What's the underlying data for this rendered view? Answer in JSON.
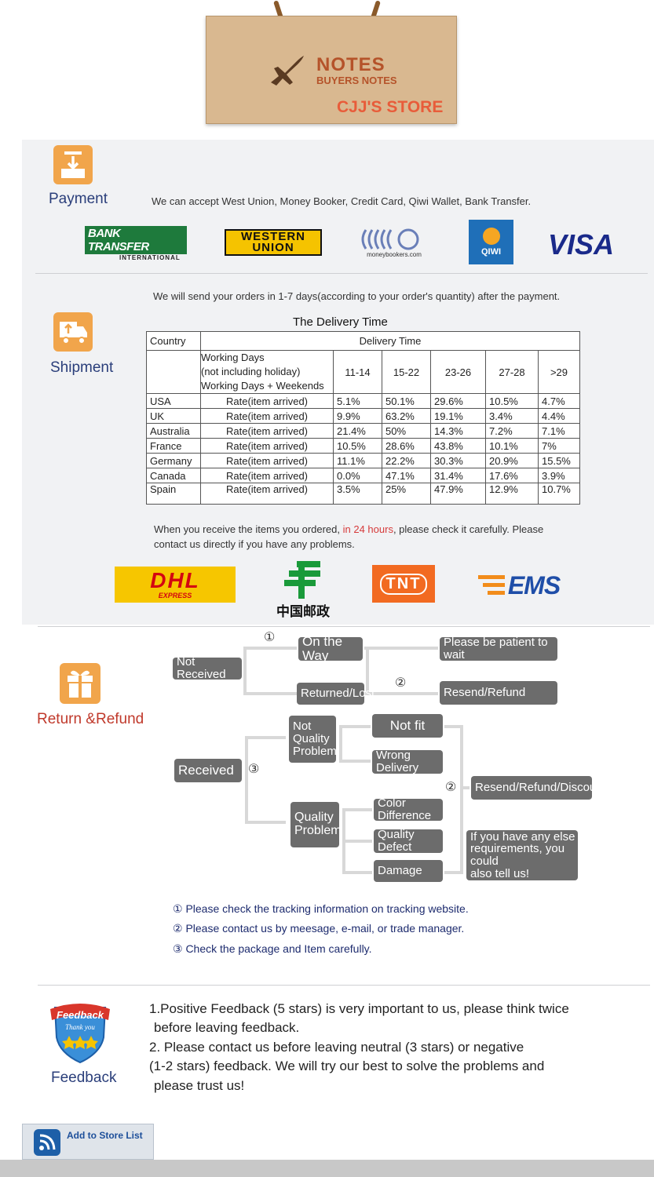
{
  "header": {
    "title": "NOTES",
    "subtitle": "BUYERS NOTES",
    "store": "CJJ'S STORE"
  },
  "payment": {
    "label": "Payment",
    "text": "We can accept West Union, Money Booker, Credit Card, Qiwi Wallet, Bank Transfer.",
    "logos": {
      "bank_main": "BANK TRANSFER",
      "bank_sub": "INTERNATIONAL",
      "wu_line1": "WESTERN",
      "wu_line2": "UNION",
      "mb": "moneybookers.com",
      "qiwi": "QIWI",
      "visa": "VISA"
    }
  },
  "shipment": {
    "label": "Shipment",
    "intro": "We will send your orders in 1-7 days(according to your order's quantity) after the payment.",
    "table_title": "The Delivery Time",
    "table": {
      "country_header": "Country",
      "delivery_header": "Delivery Time",
      "wd_line1": "Working Days",
      "wd_line2": "(not including holiday)",
      "wd_line3": "Working Days + Weekends",
      "ranges": [
        "11-14",
        "15-22",
        "23-26",
        "27-28",
        ">29"
      ],
      "rows": [
        {
          "country": "USA",
          "rate": "Rate(item arrived)",
          "values": [
            "5.1%",
            "50.1%",
            "29.6%",
            "10.5%",
            "4.7%"
          ]
        },
        {
          "country": "UK",
          "rate": "Rate(item arrived)",
          "values": [
            "9.9%",
            "63.2%",
            "19.1%",
            "3.4%",
            "4.4%"
          ]
        },
        {
          "country": "Australia",
          "rate": "Rate(item arrived)",
          "values": [
            "21.4%",
            "50%",
            "14.3%",
            "7.2%",
            "7.1%"
          ]
        },
        {
          "country": "France",
          "rate": "Rate(item arrived)",
          "values": [
            "10.5%",
            "28.6%",
            "43.8%",
            "10.1%",
            "7%"
          ]
        },
        {
          "country": "Germany",
          "rate": "Rate(item arrived)",
          "values": [
            "11.1%",
            "22.2%",
            "30.3%",
            "20.9%",
            "15.5%"
          ]
        },
        {
          "country": "Canada",
          "rate": "Rate(item arrived)",
          "values": [
            "0.0%",
            "47.1%",
            "31.4%",
            "17.6%",
            "3.9%"
          ]
        },
        {
          "country": "Spain",
          "rate": "Rate(item arrived)",
          "values": [
            "3.5%",
            "25%",
            "47.9%",
            "12.9%",
            "10.7%"
          ]
        }
      ]
    },
    "receive_text_a": "When you receive the items you ordered, ",
    "receive_highlight": "in 24 hours",
    "receive_text_b": ", please check it carefully. Please",
    "receive_text_c": "contact us directly if you have any problems.",
    "carriers": {
      "dhl": "DHL",
      "dhl_sub": "EXPRESS",
      "china_post": "中国邮政",
      "tnt": "TNT",
      "ems": "EMS"
    }
  },
  "refund": {
    "label": "Return &Refund",
    "not_received": "Not Received",
    "on_the_way": "On the Way",
    "be_patient": "Please be patient to wait",
    "returned_lost": "Returned/Lost",
    "resend_refund": "Resend/Refund",
    "received": "Received",
    "not_quality_line1": "Not",
    "not_quality_line2": "Quality",
    "not_quality_line3": "Problem",
    "not_fit": "Not fit",
    "wrong_delivery": "Wrong Delivery",
    "quality_line1": "Quality",
    "quality_line2": "Problem",
    "color_difference": "Color Difference",
    "quality_defect": "Quality Defect",
    "damage": "Damage",
    "resend_refund_discount": "Resend/Refund/Discount",
    "else_line1": "If you have any else",
    "else_line2": "requirements, you could",
    "else_line3": "also tell us!",
    "mark1": "①",
    "mark2": "②",
    "mark3": "③",
    "notes": [
      "① Please check the tracking information on tracking website.",
      "② Please contact us by meesage, e-mail, or trade manager.",
      "③ Check the package and Item carefully."
    ]
  },
  "feedback": {
    "label": "Feedback",
    "badge_line1": "Feedback",
    "badge_line2": "Thank you",
    "lines": [
      "1.Positive Feedback (5 stars) is very important to us, please think twice",
      "before leaving feedback.",
      "2. Please contact us before leaving neutral (3 stars) or negative",
      "(1-2 stars) feedback. We will try our best to solve the problems and",
      "please trust us!"
    ]
  },
  "store_list": {
    "label": "Add to Store List"
  },
  "colors": {
    "accent_orange": "#f1a54b",
    "label_blue": "#2a3e7a",
    "refund_red": "#c0392b",
    "box_grey": "#6c6c6c",
    "highlight_red": "#d63a3a"
  }
}
